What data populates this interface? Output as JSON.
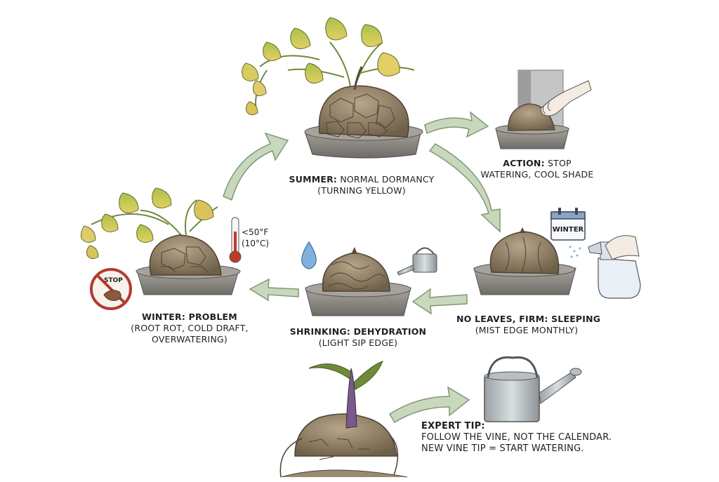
{
  "stages": {
    "summer": {
      "head": "SUMMER:",
      "head_rest": "NORMAL DORMANCY",
      "sub": "(TURNING YELLOW)"
    },
    "action": {
      "head": "ACTION:",
      "head_rest": "STOP",
      "sub": "WATERING, COOL SHADE"
    },
    "sleeping": {
      "head": "NO LEAVES, FIRM: SLEEPING",
      "sub": "(MIST EDGE MONTHLY)"
    },
    "shrinking": {
      "head": "SHRINKING: DEHYDRATION",
      "sub": "(LIGHT SIP EDGE)"
    },
    "winter_problem": {
      "head": "WINTER: PROBLEM",
      "sub1": "(ROOT ROT, COLD DRAFT,",
      "sub2": "OVERWATERING)"
    }
  },
  "thermometer": {
    "line1": "<50°F",
    "line2": "(10°C)"
  },
  "stop_sign": {
    "text": "STOP"
  },
  "calendar": {
    "text": "WINTER"
  },
  "expert_tip": {
    "head": "EXPERT TIP:",
    "line1": "FOLLOW THE VINE, NOT THE CALENDAR.",
    "line2": "NEW VINE TIP = START WATERING."
  },
  "colors": {
    "arrow": "#c9d8bc",
    "arrow_stroke": "#7f9873",
    "pot": "#8d8a84",
    "caudex": "#8a7a62",
    "leaf": "#c2cf5a",
    "leaf_yellow": "#e0cc6a",
    "water": "#7fb2dd"
  }
}
